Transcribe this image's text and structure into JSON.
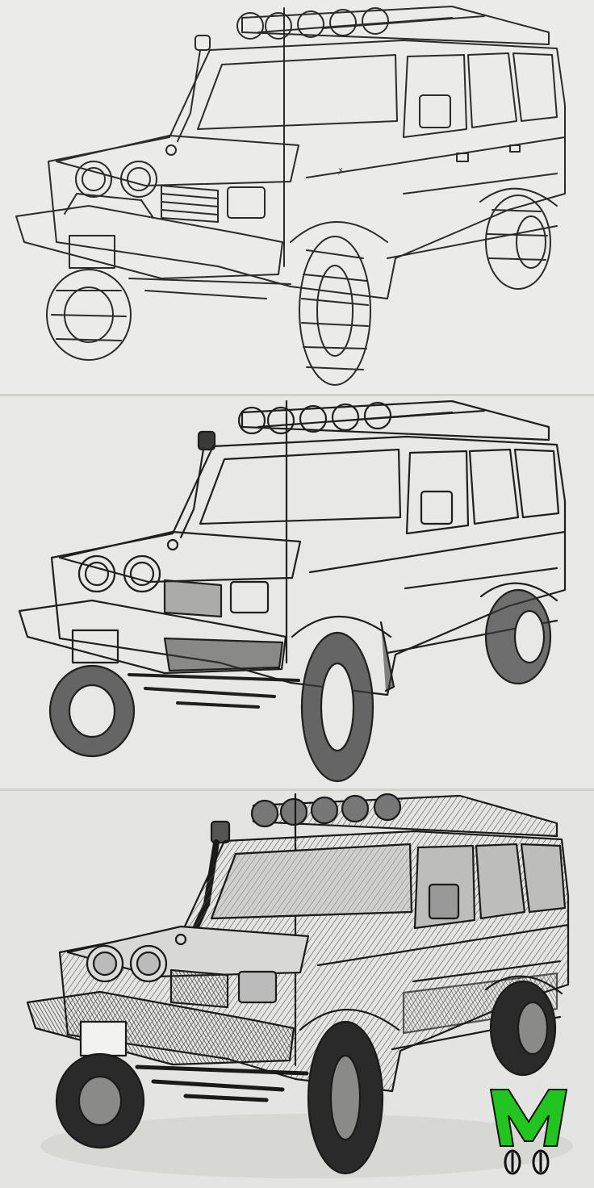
{
  "page": {
    "panels": [
      {
        "stage": "line-art",
        "paper": "#ebebe9",
        "ink": "#2b2b2b",
        "fill": "none"
      },
      {
        "stage": "inked",
        "paper": "#e8e8e6",
        "ink": "#1f1f1f",
        "fill": "#3a3a3a"
      },
      {
        "stage": "shaded",
        "paper": "#e4e4e2",
        "ink": "#1a1a1a",
        "fill": "#555555"
      }
    ]
  },
  "logo": {
    "colors": {
      "primary": "#22c51f",
      "dark": "#111111"
    },
    "icons": [
      "m-letter-icon",
      "wheel-icon"
    ]
  }
}
